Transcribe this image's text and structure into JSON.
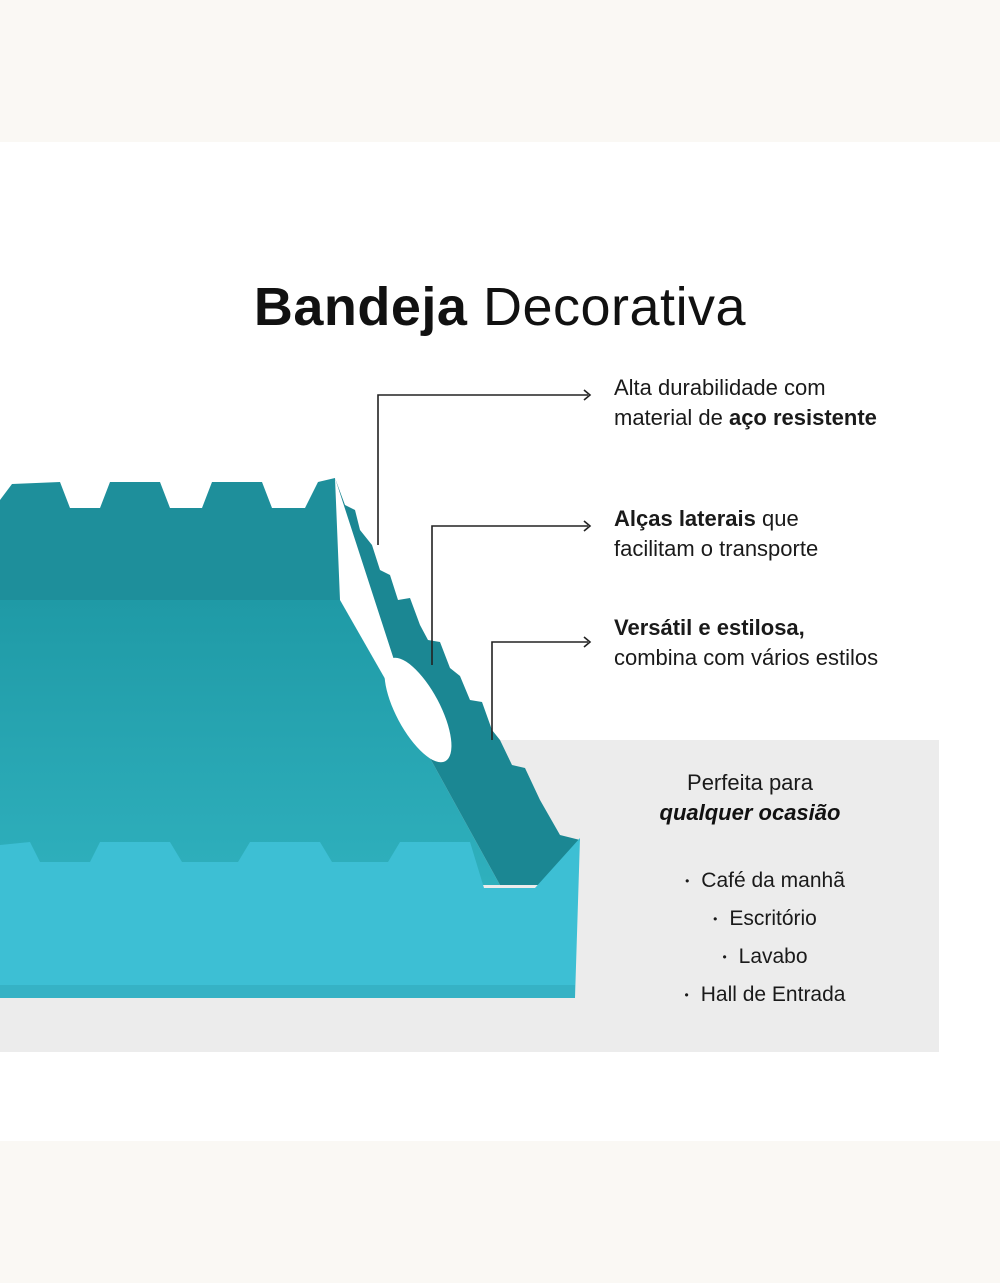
{
  "title": {
    "bold": "Bandeja",
    "light": "Decorativa"
  },
  "features": [
    {
      "before": "",
      "line1": "Alta durabilidade com",
      "line2_plain": "material de ",
      "line2_bold": "aço resistente"
    },
    {
      "bold": "Alças laterais",
      "plain": " que",
      "line2": "facilitam o transporte"
    },
    {
      "bold": "Versátil e estilosa,",
      "line2": "combina com vários estilos"
    }
  ],
  "occasion": {
    "line1": "Perfeita para",
    "line2": "qualquer ocasião"
  },
  "uses": [
    "Café da manhã",
    "Escritório",
    "Lavabo",
    "Hall de Entrada"
  ],
  "colors": {
    "tray_light": "#3dbfd4",
    "tray_mid": "#2aa6b4",
    "tray_dark": "#1b8a96",
    "callout": "#222222"
  },
  "icons": {
    "arrow": "arrow-right-icon",
    "bullet": "bullet-dot-icon"
  }
}
